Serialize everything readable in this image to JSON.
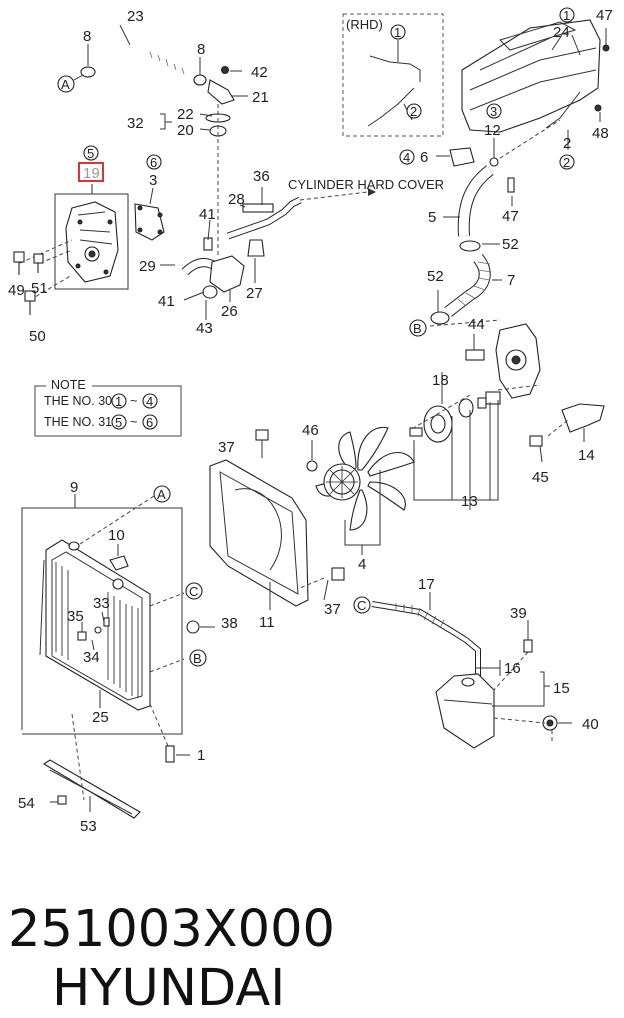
{
  "callouts": {
    "c23": "23",
    "c8a": "8",
    "c8b": "8",
    "c42": "42",
    "c21": "21",
    "c22": "22",
    "c32": "32",
    "c20": "20",
    "c5top": "5",
    "c19": "19",
    "c6": "6",
    "c3": "3",
    "c41a": "41",
    "c28": "28",
    "c36": "36",
    "c29": "29",
    "c41b": "41",
    "c43": "43",
    "c26": "26",
    "c27": "27",
    "c49": "49",
    "c51": "51",
    "c50": "50",
    "c47a": "47",
    "c24": "24",
    "c1rhd": "1",
    "c2rhd": "2",
    "c3b": "3",
    "c12": "12",
    "c48": "48",
    "c2": "2",
    "c2b": "2",
    "c4b": "4",
    "c6b": "6",
    "c47b": "47",
    "c5": "5",
    "c52a": "52",
    "c52b": "52",
    "c7": "7",
    "c44": "44",
    "c18": "18",
    "c46": "46",
    "c37a": "37",
    "c14": "14",
    "c45": "45",
    "c13": "13",
    "c4": "4",
    "c9": "9",
    "c10": "10",
    "c33": "33",
    "c35": "35",
    "c34": "34",
    "c38": "38",
    "c25": "25",
    "c11": "11",
    "c37b": "37",
    "c17": "17",
    "c39": "39",
    "c16": "16",
    "c15": "15",
    "c40": "40",
    "c1": "1",
    "c54": "54",
    "c53": "53"
  },
  "refs": {
    "A": "A",
    "B": "B",
    "C": "C"
  },
  "rhd_label": "(RHD)",
  "cylinder_label": "CYLINDER HARD COVER",
  "note": {
    "title": "NOTE",
    "line1_prefix": "THE NO.",
    "line1_num": "30",
    "line1_from": "1",
    "line1_to": "4",
    "line2_prefix": "THE NO.",
    "line2_num": "31",
    "line2_from": "5",
    "line2_to": "6",
    "tilde": "~"
  },
  "caption": {
    "part_number": "251003X000",
    "brand": "HYUNDAI"
  }
}
